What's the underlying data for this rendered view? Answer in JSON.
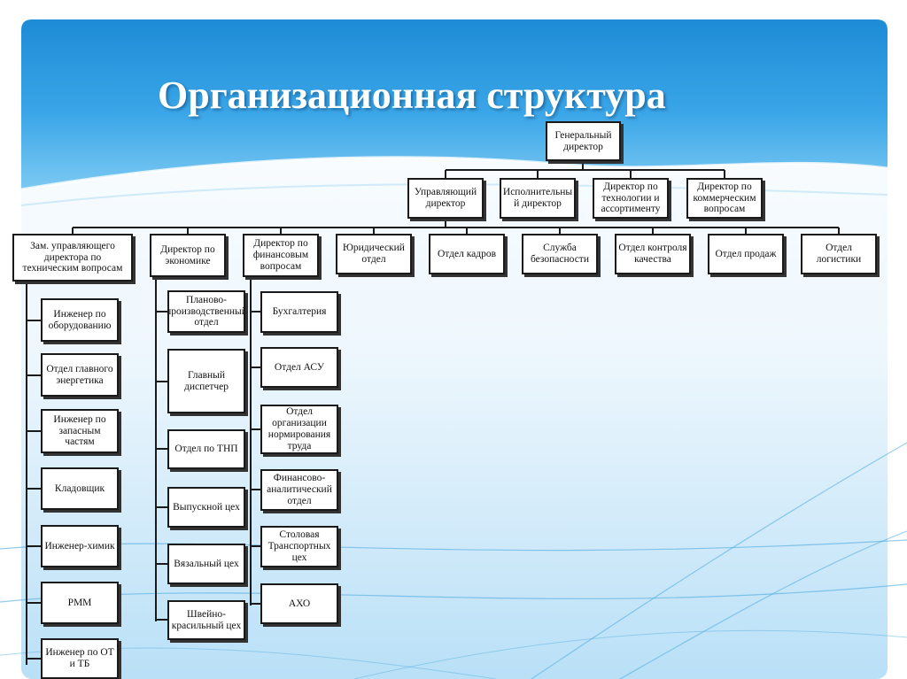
{
  "title": "Организационная структура",
  "nodes": {
    "gen_dir": "Генеральный директор",
    "upr_dir": "Управляющий директор",
    "isp_dir": "Исполнительны й директор",
    "dir_tech": "Директор по технологии и ассортименту",
    "dir_comm": "Директор по коммерческим вопросам",
    "zam_tech": "Зам. управляющего директора по техническим вопросам",
    "dir_econ": "Директор по экономике",
    "dir_fin": "Директор по финансовым вопросам",
    "jur": "Юридический отдел",
    "kadr": "Отдел кадров",
    "sb": "Служба безопасности",
    "okk": "Отдел контроля качества",
    "prod": "Отдел продаж",
    "log": "Отдел логистики",
    "ing_obor": "Инженер по оборудованию",
    "energ": "Отдел главного энергетика",
    "zap": "Инженер по запасным частям",
    "klad": "Кладовщик",
    "chem": "Инженер-химик",
    "rmm": "РММ",
    "ot": "Инженер по ОТ и ТБ",
    "ppo": "Планово-производственный отдел",
    "disp": "Главный диспетчер",
    "tnp": "Отдел по ТНП",
    "vyp": "Выпускной цех",
    "vyaz": "Вязальный цех",
    "shv": "Швейно-красильный цех",
    "buh": "Бухгалтерия",
    "asu": "Отдел АСУ",
    "ont": "Отдел организации нормирования труда",
    "fao": "Финансово-аналитический отдел",
    "stol": "Столовая Транспортных цех",
    "aho": "АХО"
  }
}
